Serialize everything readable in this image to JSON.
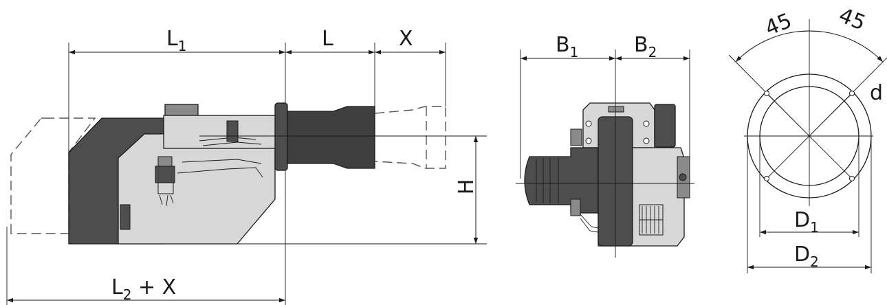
{
  "labels": {
    "L1": {
      "main": "L",
      "sub": "1"
    },
    "L": "L",
    "X": "X",
    "L2X": {
      "main": "L",
      "sub": "2",
      "rest": " + X"
    },
    "H": "H",
    "B1": {
      "main": "B",
      "sub": "1"
    },
    "B2": {
      "main": "B",
      "sub": "2"
    },
    "angle_left": "45",
    "angle_right": "45",
    "d": "d",
    "D1": {
      "main": "D",
      "sub": "1"
    },
    "D2": {
      "main": "D",
      "sub": "2"
    }
  },
  "colors": {
    "dark_body": "#4d4d4d",
    "light_body": "#d7d7d7",
    "mid_body": "#8a8a8a",
    "blast_tube": "#3f3f3f",
    "line": "#1a1a1a"
  }
}
